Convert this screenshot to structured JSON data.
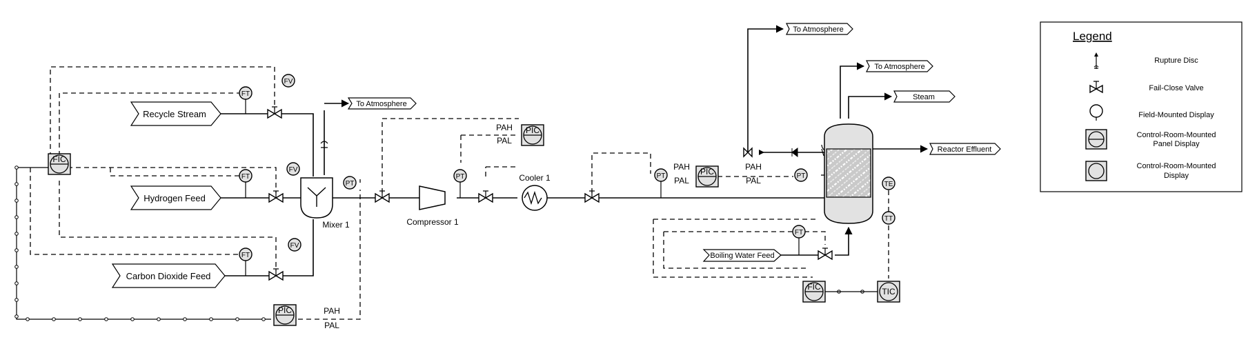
{
  "streams": {
    "recycle": "Recycle Stream",
    "hydrogen": "Hydrogen Feed",
    "co2": "Carbon Dioxide Feed",
    "boiling_water": "Boiling Water Feed"
  },
  "outlets": {
    "to_atm_1": "To Atmosphere",
    "to_atm_2": "To Atmosphere",
    "to_atm_3": "To Atmosphere",
    "steam": "Steam",
    "reactor_effluent": "Reactor Effluent"
  },
  "equipment": {
    "mixer": "Mixer 1",
    "compressor": "Compressor 1",
    "cooler": "Cooler 1"
  },
  "instruments": {
    "ft": "FT",
    "fv": "FV",
    "fic": "FIC",
    "pt": "PT",
    "pic": "PIC",
    "te": "TE",
    "tt": "TT",
    "tic": "TIC"
  },
  "alarms": {
    "pah": "PAH",
    "pal": "PAL"
  },
  "legend": {
    "title": "Legend",
    "items": [
      "Rupture Disc",
      "Fail-Close Valve",
      "Field-Mounted Display",
      "Control-Room-Mounted",
      "Panel Display",
      "Control-Room-Mounted",
      "Display"
    ]
  }
}
